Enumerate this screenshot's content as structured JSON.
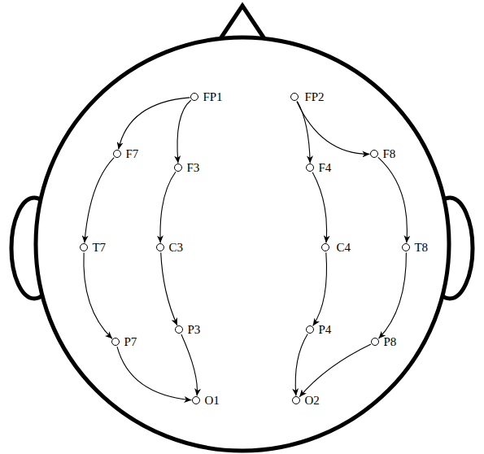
{
  "diagram": {
    "nodes": [
      {
        "text": [
          "FP1"
        ]
      },
      {
        "text": [
          "FP2"
        ]
      },
      {
        "text": [
          "F7"
        ]
      },
      {
        "text": [
          "F3"
        ]
      },
      {
        "text": [
          "F4"
        ]
      },
      {
        "text": [
          "F8"
        ]
      },
      {
        "text": [
          "T7"
        ]
      },
      {
        "text": [
          "C3"
        ]
      },
      {
        "text": [
          "C4"
        ]
      },
      {
        "text": [
          "T8"
        ]
      },
      {
        "text": [
          "P7"
        ]
      },
      {
        "text": [
          "P3"
        ]
      },
      {
        "text": [
          "P4"
        ]
      },
      {
        "text": [
          "P8"
        ]
      },
      {
        "text": [
          "O1"
        ]
      },
      {
        "text": [
          "O2"
        ]
      }
    ],
    "edges": [
      {
        "from": 0,
        "to": 2,
        "arrow": "to"
      },
      {
        "from": 0,
        "to": 3,
        "arrow": "to"
      },
      {
        "from": 2,
        "to": 6,
        "arrow": "to"
      },
      {
        "from": 6,
        "to": 10,
        "arrow": "to"
      },
      {
        "from": 10,
        "to": 14,
        "arrow": "to"
      },
      {
        "from": 3,
        "to": 7,
        "arrow": "to"
      },
      {
        "from": 7,
        "to": 11,
        "arrow": "to"
      },
      {
        "from": 11,
        "to": 14,
        "arrow": "to"
      },
      {
        "from": 1,
        "to": 4,
        "arrow": "to"
      },
      {
        "from": 1,
        "to": 5,
        "arrow": "to"
      },
      {
        "from": 4,
        "to": 8,
        "arrow": "to"
      },
      {
        "from": 8,
        "to": 12,
        "arrow": "to"
      },
      {
        "from": 12,
        "to": 15,
        "arrow": "to"
      },
      {
        "from": 5,
        "to": 9,
        "arrow": "to"
      },
      {
        "from": 9,
        "to": 13,
        "arrow": "to"
      },
      {
        "from": 13,
        "to": 15,
        "arrow": "to"
      }
    ]
  }
}
